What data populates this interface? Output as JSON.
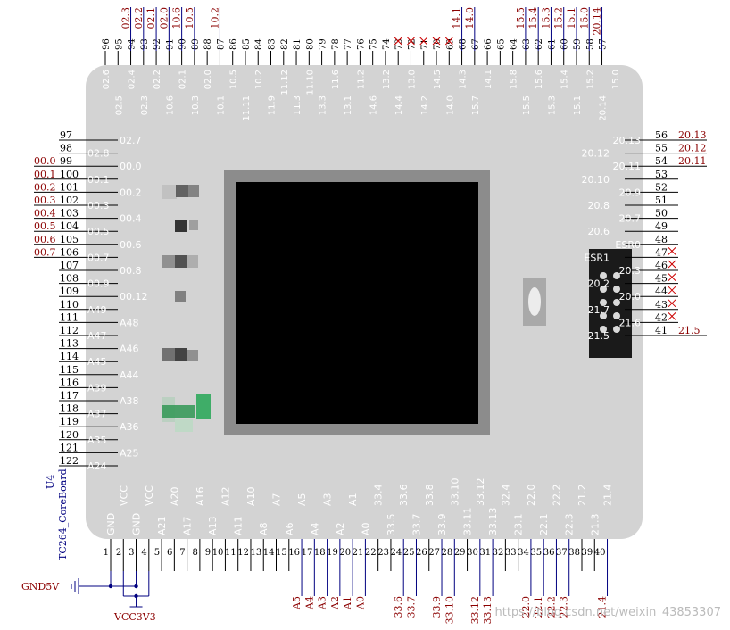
{
  "component": {
    "designator": "U4",
    "name": "TC264_CoreBoard"
  },
  "colors": {
    "board": "#d3d3d3",
    "board_label": "#ffffff",
    "pin_line": "#000000",
    "pin_number": "#000000",
    "net_label": "#8b0000",
    "wire": "#000080",
    "designator": "#000080",
    "chip": "#000000",
    "chip_frame": "#8c8c8c",
    "button": "#a9a9a9",
    "connector": "#1a1a1a",
    "watermark": "#bbbbbb"
  },
  "top_pins": {
    "numbers": [
      "96",
      "95",
      "94",
      "93",
      "92",
      "91",
      "90",
      "89",
      "88",
      "87",
      "86",
      "85",
      "84",
      "83",
      "82",
      "81",
      "80",
      "79",
      "78",
      "77",
      "76",
      "75",
      "74",
      "73",
      "72",
      "71",
      "70",
      "69",
      "68",
      "67",
      "66",
      "65",
      "64",
      "63",
      "62",
      "61",
      "60",
      "59",
      "58",
      "57"
    ],
    "labels_row1": [
      "02.6",
      "02.4",
      "02.2",
      "02.1",
      "02.0",
      "10.5",
      "10.2",
      "11.12",
      "11.10",
      "11.6",
      "11.2",
      "13.2",
      "13.0",
      "14.5",
      "14.3",
      "14.1",
      "15.8",
      "15.6",
      "15.4",
      "15.2",
      "15.0"
    ],
    "labels_row2": [
      "02.5",
      "02.3",
      "10.6",
      "10.3",
      "10.1",
      "11.11",
      "11.9",
      "11.3",
      "13.3",
      "13.1",
      "14.6",
      "14.4",
      "14.2",
      "14.0",
      "15.7",
      "15.5",
      "15.3",
      "15.1",
      "20.14"
    ],
    "nets": [
      "",
      "",
      "02.3",
      "02.2",
      "02.1",
      "02.0",
      "10.6",
      "10.5",
      "",
      "10.2",
      "",
      "",
      "",
      "",
      "",
      "",
      "",
      "",
      "",
      "",
      "",
      "",
      "",
      "",
      "",
      "",
      "",
      "",
      "14.1",
      "14.0",
      "",
      "",
      "",
      "15.5",
      "15.4",
      "15.3",
      "15.2",
      "15.1",
      "15.0",
      "20.14"
    ]
  },
  "left_pins": {
    "numbers": [
      "97",
      "98",
      "99",
      "100",
      "101",
      "102",
      "103",
      "104",
      "105",
      "106",
      "107",
      "108",
      "109",
      "110",
      "111",
      "112",
      "113",
      "114",
      "115",
      "116",
      "117",
      "118",
      "119",
      "120",
      "121",
      "122"
    ],
    "labels": [
      "02.7",
      "02.8",
      "00.0",
      "00.1",
      "00.2",
      "00.3",
      "00.4",
      "00.5",
      "00.6",
      "00.7",
      "00.8",
      "00.9",
      "00.12",
      "A49",
      "A48",
      "A47",
      "A46",
      "A45",
      "A44",
      "A39",
      "A38",
      "A37",
      "A36",
      "A35",
      "A25",
      "A24"
    ],
    "nets": [
      "",
      "",
      "00.0",
      "00.1",
      "00.2",
      "00.3",
      "00.4",
      "00.5",
      "00.6",
      "00.7",
      "",
      "",
      "",
      "",
      "",
      "",
      "",
      "",
      "",
      "",
      "",
      "",
      "",
      "",
      "",
      ""
    ]
  },
  "right_pins": {
    "numbers": [
      "56",
      "55",
      "54",
      "53",
      "52",
      "51",
      "50",
      "49",
      "48",
      "47",
      "46",
      "45",
      "44",
      "43",
      "42",
      "41"
    ],
    "labels": [
      "20.13",
      "20.12",
      "20.11",
      "20.10",
      "20.9",
      "20.8",
      "20.7",
      "20.6",
      "ESR0",
      "ESR1",
      "20.3",
      "20.2",
      "20.0",
      "21.7",
      "21.6",
      "21.5"
    ],
    "nets": [
      "20.13",
      "20.12",
      "20.11",
      "",
      "",
      "",
      "",
      "",
      "",
      "",
      "",
      "",
      "",
      "",
      "",
      "21.5"
    ]
  },
  "bottom_pins": {
    "numbers": [
      "1",
      "2",
      "3",
      "4",
      "5",
      "6",
      "7",
      "8",
      "9",
      "10",
      "11",
      "12",
      "13",
      "14",
      "15",
      "16",
      "17",
      "18",
      "19",
      "20",
      "21",
      "22",
      "23",
      "24",
      "25",
      "26",
      "27",
      "28",
      "29",
      "30",
      "31",
      "32",
      "33",
      "34",
      "35",
      "36",
      "37",
      "38",
      "39",
      "40"
    ],
    "labels_row1": [
      "VCC",
      "VCC",
      "A20",
      "A16",
      "A12",
      "A10",
      "A7",
      "A5",
      "A3",
      "A1",
      "33.4",
      "33.6",
      "33.8",
      "33.10",
      "33.12",
      "32.4",
      "22.0",
      "22.2",
      "21.2",
      "21.4"
    ],
    "labels_row2": [
      "GND",
      "GND",
      "A21",
      "A17",
      "A13",
      "A11",
      "A8",
      "A6",
      "A4",
      "A2",
      "A0",
      "33.5",
      "33.7",
      "33.9",
      "33.11",
      "33.13",
      "23.1",
      "22.1",
      "22.3",
      "21.3"
    ],
    "nets": [
      "",
      "",
      "",
      "",
      "",
      "",
      "",
      "",
      "",
      "",
      "",
      "",
      "",
      "",
      "",
      "A5",
      "A4",
      "A3",
      "A2",
      "A1",
      "A0",
      "",
      "",
      "33.6",
      "33.7",
      "",
      "33.9",
      "33.10",
      "",
      "33.12",
      "33.13",
      "",
      "",
      "22.0",
      "22.1",
      "22.2",
      "22.3",
      "",
      "",
      "21.4"
    ]
  },
  "power": {
    "ground_net": "GND5V",
    "supply_net": "VCC3V3"
  },
  "watermark": "https://blog.csdn.net/weixin_43853307"
}
